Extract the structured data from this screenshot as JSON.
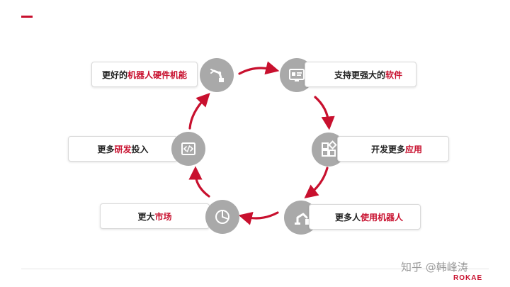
{
  "nodes": [
    {
      "prefix": "更好的",
      "highlight": "机器人硬件机能",
      "suffix": "",
      "icon": "robot-arm-icon"
    },
    {
      "prefix": "支持更强大的",
      "highlight": "软件",
      "suffix": "",
      "icon": "monitor-icon"
    },
    {
      "prefix": "开发更多",
      "highlight": "应用",
      "suffix": "",
      "icon": "apps-icon"
    },
    {
      "prefix": "更多人",
      "highlight": "使用机器人",
      "suffix": "",
      "icon": "industrial-robot-icon"
    },
    {
      "prefix": "更大",
      "highlight": "市场",
      "suffix": "",
      "icon": "pie-chart-icon"
    },
    {
      "prefix": "更多",
      "highlight": "研发",
      "suffix": "投入",
      "icon": "code-icon"
    }
  ],
  "watermark": "知乎 @韩峰涛",
  "logo": "ROKAE",
  "colors": {
    "accent": "#c8102e",
    "node": "#a9a9a9",
    "text": "#222222"
  }
}
